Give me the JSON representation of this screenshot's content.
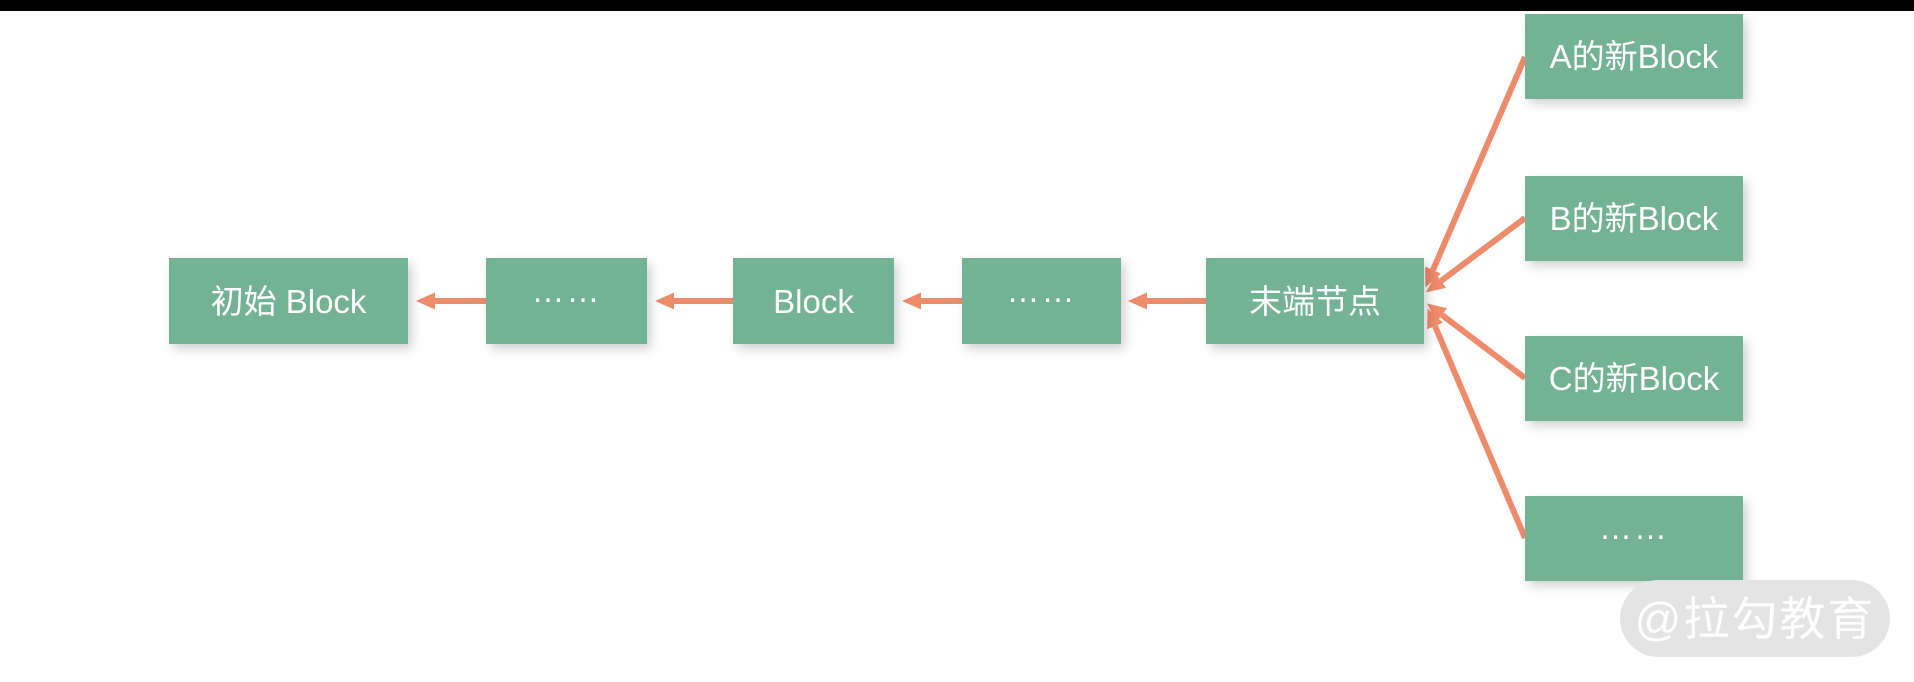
{
  "colors": {
    "block_green": "#73B393",
    "arrow_coral": "#EE8B6B",
    "top_bar": "#000000",
    "background": "#FFFFFF",
    "watermark_bg": "#E4E4E4",
    "watermark_text": "#FFFFFF",
    "block_text": "#FFFFFF"
  },
  "diagram": {
    "chain": {
      "blocks": [
        {
          "label": "初始 Block"
        },
        {
          "label": "……"
        },
        {
          "label": "Block"
        },
        {
          "label": "……"
        },
        {
          "label": "末端节点"
        }
      ]
    },
    "branches": {
      "blocks": [
        {
          "label": "A的新Block"
        },
        {
          "label": "B的新Block"
        },
        {
          "label": "C的新Block"
        },
        {
          "label": "……"
        }
      ]
    },
    "watermark": {
      "label": "@拉勾教育"
    }
  }
}
